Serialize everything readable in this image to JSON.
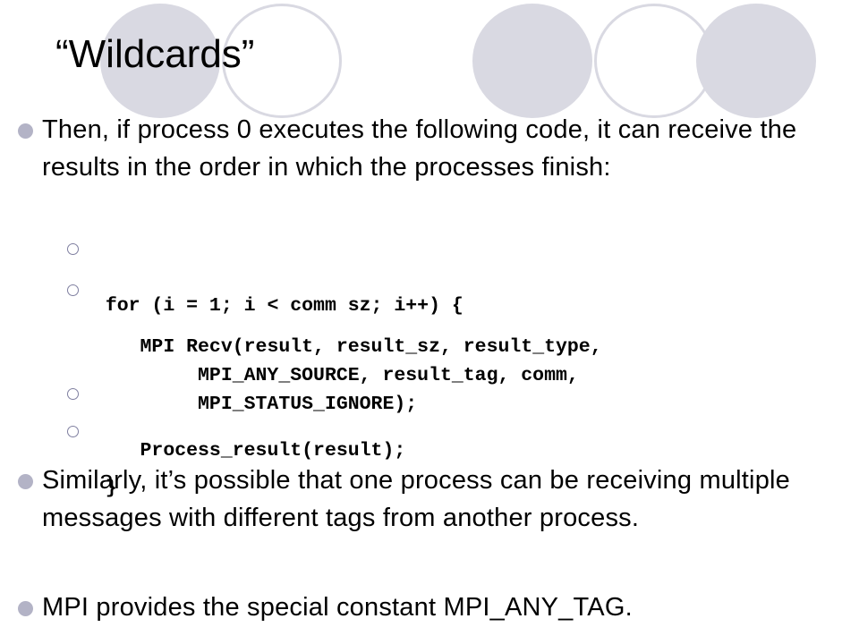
{
  "slide": {
    "title": "“Wildcards”",
    "bullets": [
      "Then, if process 0 executes the following code, it can receive the results in the order in which the processes finish:",
      "Similarly, it’s possible that one process can be receiving multiple messages with different tags from another process.",
      "MPI provides the special constant MPI_ANY_TAG."
    ],
    "code_lines": [
      "for (i = 1; i < comm sz; i++) {",
      "   MPI Recv(result, result_sz, result_type,\n          MPI_ANY_SOURCE, result_tag, comm,\n          MPI_STATUS_IGNORE);",
      "   Process_result(result);",
      "}"
    ]
  },
  "colors": {
    "decoration": "#d9d9e2",
    "bullet": "#b3b3c6",
    "sub_bullet_ring": "#7f7fa0",
    "text": "#000000"
  },
  "icons": {
    "bullet": "filled-circle",
    "sub_bullet": "hollow-circle"
  }
}
